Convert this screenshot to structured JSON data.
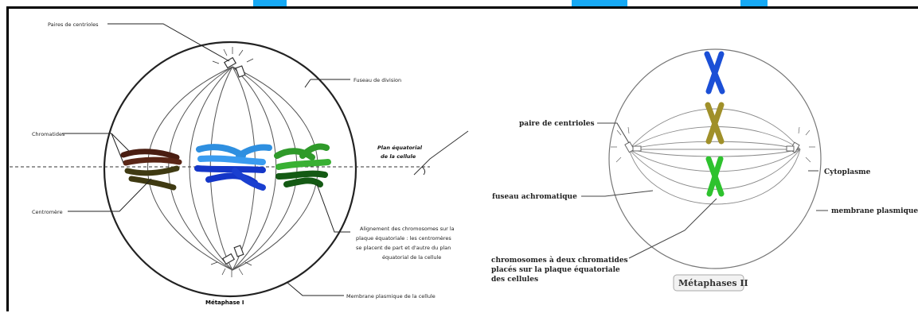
{
  "metaphase1": {
    "title": "Métaphase I",
    "labels": {
      "centrioles_pair": "Paires de centrioles",
      "spindle": "Fuseau de division",
      "chromatids": "Chromatides",
      "centromere": "Centromère",
      "equatorial_plane_line1": "Plan équatorial",
      "equatorial_plane_line2": "de la cellule",
      "alignment": [
        "Alignement des chromosomes sur la",
        "plaque équatoriale : les centromères",
        "se placent de part et d'autre du plan",
        "équatorial de la cellule"
      ],
      "membrane": "Membrane plasmique de la cellule"
    }
  },
  "metaphase2": {
    "title": "Métaphases II",
    "labels": {
      "centrioles_pair": "paire de centrioles",
      "achromatic_spindle": "fuseau achromatique",
      "cytoplasm": "Cytoplasme",
      "membrane": "membrane plasmique",
      "chromosomes": [
        "chromosomes à deux chromatides",
        "placés sur la plaque équatoriale",
        "des cellules"
      ]
    }
  },
  "colors": {
    "chromosome_brown": "#4a1e12",
    "chromosome_olive": "#3f3a12",
    "chromosome_blue": "#2e8fe0",
    "chromosome_darkblue": "#1436c8",
    "chromosome_green": "#2f9a2a",
    "chromosome_darkgreen": "#145a14",
    "m2_blue": "#1b4fd6",
    "m2_olive": "#a0902a",
    "m2_green": "#2ec22e",
    "watermark": "#17a9f4"
  }
}
